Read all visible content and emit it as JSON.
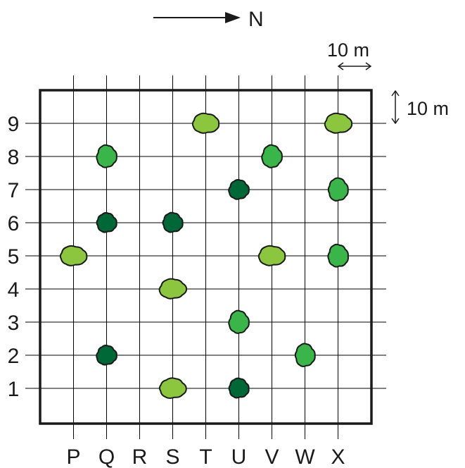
{
  "north": {
    "label": "N"
  },
  "scale": {
    "horizontal": "10 m",
    "vertical": "10 m"
  },
  "columns": [
    "P",
    "Q",
    "R",
    "S",
    "T",
    "U",
    "V",
    "W",
    "X"
  ],
  "rows": [
    "1",
    "2",
    "3",
    "4",
    "5",
    "6",
    "7",
    "8",
    "9"
  ],
  "colors": {
    "light_green": "#8cc63f",
    "medium_green": "#39b54a",
    "dark_green": "#006837",
    "grid": "#000000",
    "frame": "#1a1a1a"
  },
  "trees": [
    {
      "col": "T",
      "row": 9,
      "shade": "light_green"
    },
    {
      "col": "X",
      "row": 9,
      "shade": "light_green"
    },
    {
      "col": "Q",
      "row": 8,
      "shade": "medium_green"
    },
    {
      "col": "V",
      "row": 8,
      "shade": "medium_green"
    },
    {
      "col": "U",
      "row": 7,
      "shade": "dark_green"
    },
    {
      "col": "X",
      "row": 7,
      "shade": "medium_green"
    },
    {
      "col": "Q",
      "row": 6,
      "shade": "dark_green"
    },
    {
      "col": "S",
      "row": 6,
      "shade": "dark_green"
    },
    {
      "col": "P",
      "row": 5,
      "shade": "light_green"
    },
    {
      "col": "V",
      "row": 5,
      "shade": "light_green"
    },
    {
      "col": "X",
      "row": 5,
      "shade": "medium_green"
    },
    {
      "col": "S",
      "row": 4,
      "shade": "light_green"
    },
    {
      "col": "U",
      "row": 3,
      "shade": "medium_green"
    },
    {
      "col": "Q",
      "row": 2,
      "shade": "dark_green"
    },
    {
      "col": "W",
      "row": 2,
      "shade": "medium_green"
    },
    {
      "col": "S",
      "row": 1,
      "shade": "light_green"
    },
    {
      "col": "U",
      "row": 1,
      "shade": "dark_green"
    }
  ]
}
